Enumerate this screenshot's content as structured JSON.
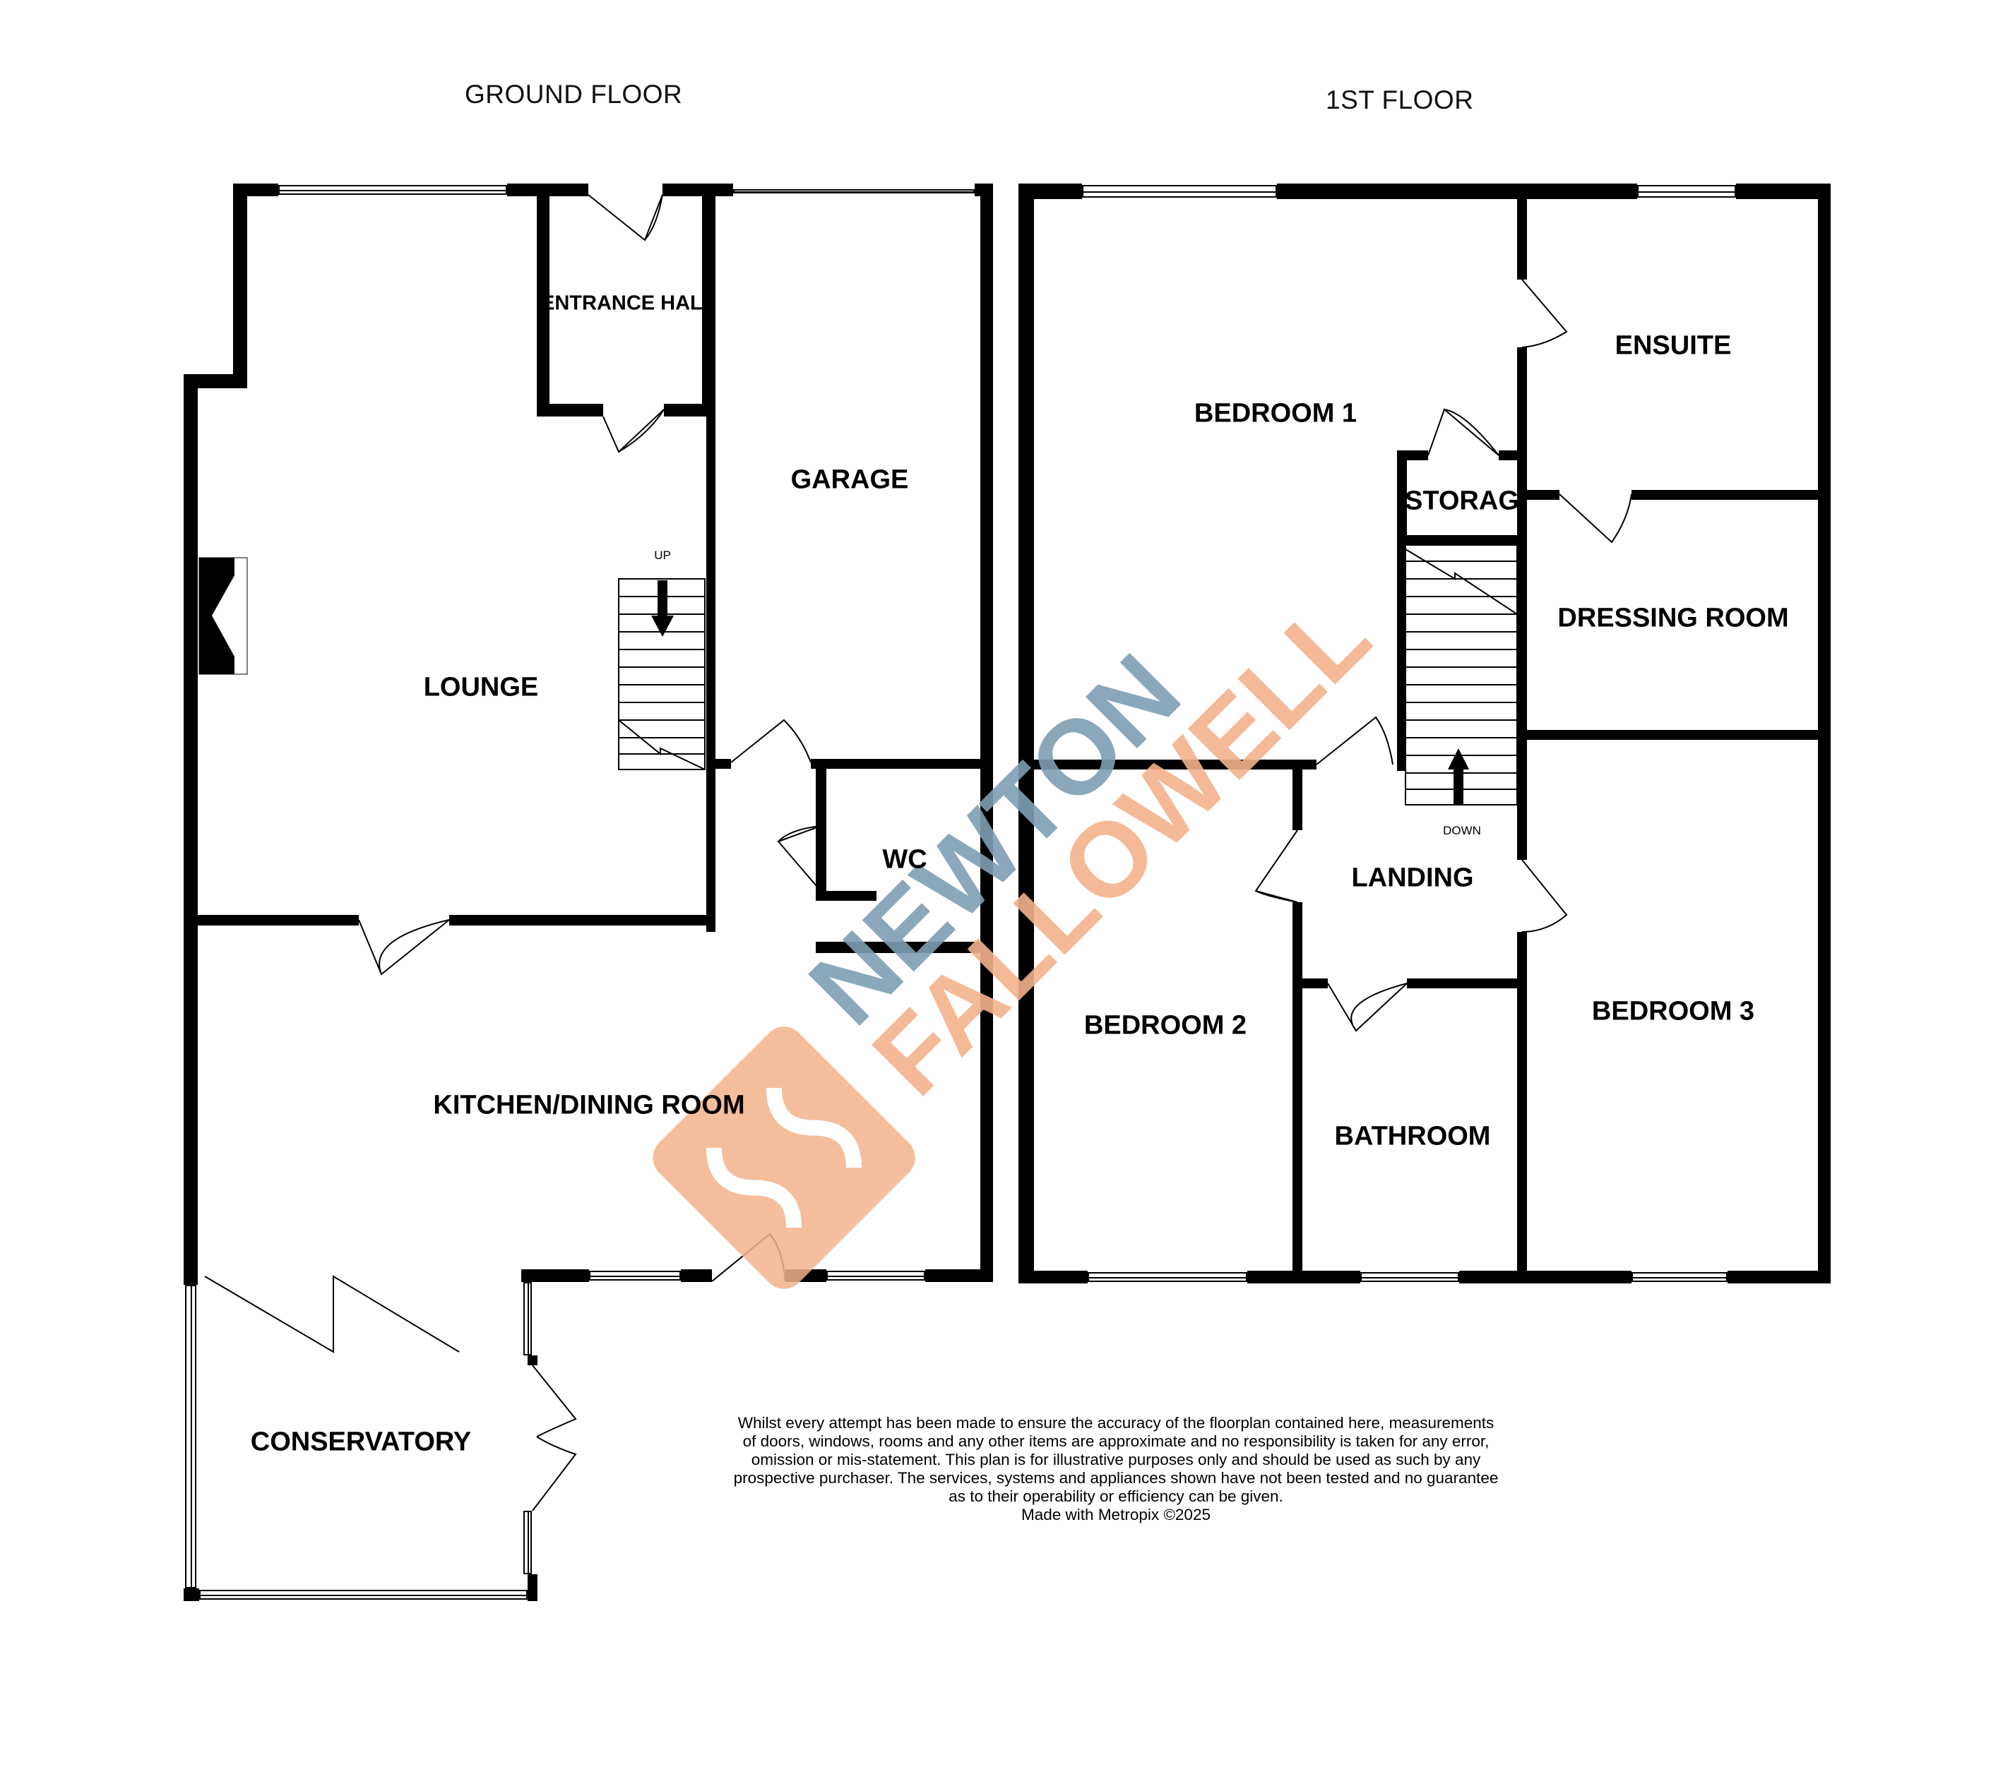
{
  "floors": {
    "ground": {
      "title": "GROUND FLOOR"
    },
    "first": {
      "title": "1ST FLOOR"
    }
  },
  "rooms": {
    "entrance_hall": "ENTRANCE HALL",
    "garage": "GARAGE",
    "lounge": "LOUNGE",
    "wc": "WC",
    "kitchen": "KITCHEN/DINING ROOM",
    "conservatory": "CONSERVATORY",
    "bedroom1": "BEDROOM 1",
    "ensuite": "ENSUITE",
    "storage": "STORAGE",
    "dressing": "DRESSING ROOM",
    "landing": "LANDING",
    "bedroom2": "BEDROOM 2",
    "bathroom": "BATHROOM",
    "bedroom3": "BEDROOM 3"
  },
  "stairs": {
    "up_label": "UP",
    "down_label": "DOWN"
  },
  "disclaimer": {
    "lines": [
      "Whilst every attempt has been made to ensure the accuracy of the floorplan contained here, measurements",
      "of doors, windows, rooms and any other items are approximate and no responsibility is taken for any error,",
      "omission or mis-statement. This plan is for illustrative purposes only and should be used as such by any",
      "prospective purchaser. The services, systems and appliances shown have not been tested and no guarantee",
      "as to their operability or efficiency can be given.",
      "Made with Metropix ©2025"
    ]
  },
  "watermark": {
    "line1": "NEWTON",
    "line2": "FALLOWELL",
    "color1": "#7f9fb3",
    "color2": "#f3b38c"
  },
  "colors": {
    "wall": "#000000",
    "background": "#ffffff"
  }
}
